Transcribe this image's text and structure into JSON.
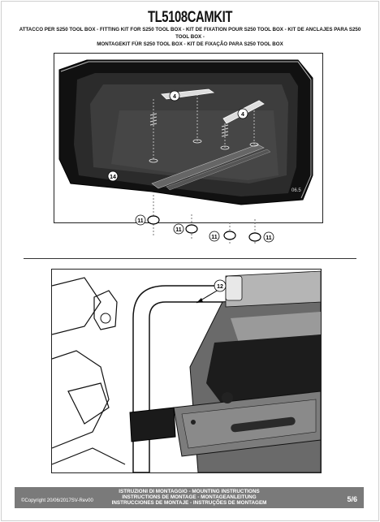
{
  "document": {
    "title": "TL5108CAMKIT",
    "subtitle_line1": "ATTACCO  PER S250 TOOL BOX - FITTING KIT FOR S250 TOOL BOX - KIT DE FIXATION POUR S250 TOOL BOX - KIT DE ANCLAJES PARA S250 TOOL BOX -",
    "subtitle_line2": "MONTAGEKIT FÜR S250 TOOL BOX - KIT DE FIXAÇÃO PARA S250 TOOL BOX"
  },
  "figure1": {
    "callouts": [
      "4",
      "4",
      "14",
      "11",
      "11",
      "11",
      "11"
    ],
    "tag": "06.5"
  },
  "figure2": {
    "callouts": [
      "12"
    ]
  },
  "footer": {
    "line1": "ISTRUZIONI DI MONTAGGIO  -  MOUNTING INSTRUCTIONS",
    "line2": "INSTRUCTIONS DE MONTAGE - MONTAGEANLEITUNG",
    "line3": "INSTRUCCIONES DE MONTAJE  -  INSTRUÇÕES DE MONTAGEM",
    "copyright": "©Copyright 20/06/2017SV-Rev00",
    "page": "5/6"
  },
  "colors": {
    "footer_bg": "#7a7a7a",
    "ink": "#111111"
  }
}
